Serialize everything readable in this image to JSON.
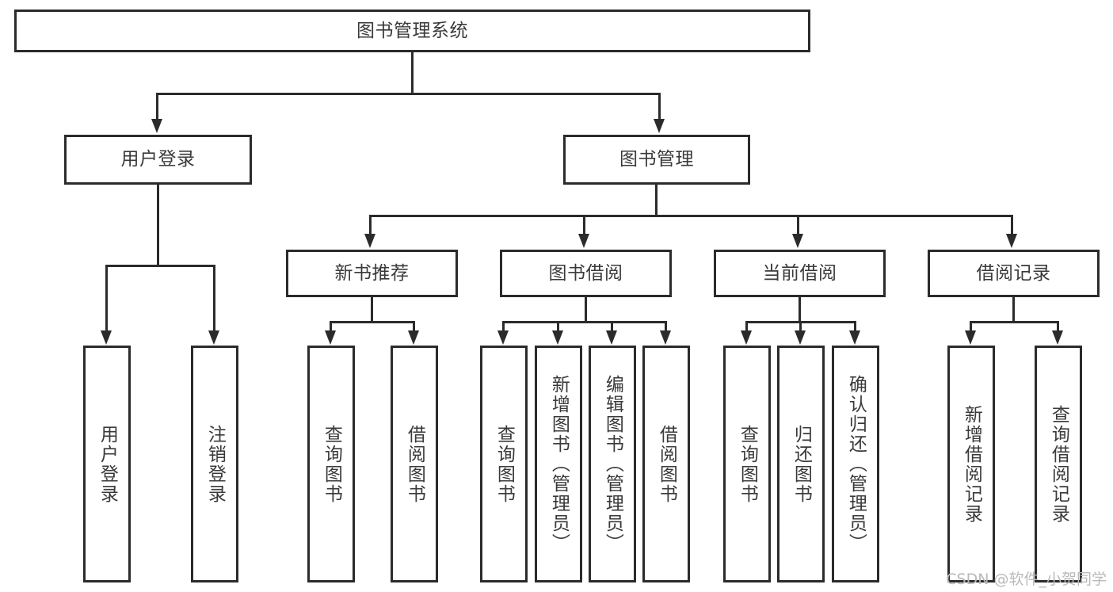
{
  "diagram": {
    "title": "图书管理系统",
    "type": "tree",
    "watermark": "CSDN @软件_小贺同学",
    "nodes": {
      "root": {
        "label": "图书管理系统"
      },
      "level2": [
        {
          "id": "user-login",
          "label": "用户登录"
        },
        {
          "id": "book-management",
          "label": "图书管理"
        }
      ],
      "level3": [
        {
          "id": "new-book-recommend",
          "label": "新书推荐"
        },
        {
          "id": "book-borrow",
          "label": "图书借阅"
        },
        {
          "id": "current-borrow",
          "label": "当前借阅"
        },
        {
          "id": "borrow-record",
          "label": "借阅记录"
        }
      ],
      "leaves": {
        "user-login": [
          {
            "id": "leaf-user-login",
            "label": "用户登录"
          },
          {
            "id": "leaf-logout-login",
            "label": "注销登录"
          }
        ],
        "new-book-recommend": [
          {
            "id": "leaf-query-book-1",
            "label": "查询图书"
          },
          {
            "id": "leaf-borrow-book-1",
            "label": "借阅图书"
          }
        ],
        "book-borrow": [
          {
            "id": "leaf-query-book-2",
            "label": "查询图书"
          },
          {
            "id": "leaf-add-book",
            "label": "新增图书（管理员）"
          },
          {
            "id": "leaf-edit-book",
            "label": "编辑图书（管理员）"
          },
          {
            "id": "leaf-borrow-book-2",
            "label": "借阅图书"
          }
        ],
        "current-borrow": [
          {
            "id": "leaf-query-book-3",
            "label": "查询图书"
          },
          {
            "id": "leaf-return-book",
            "label": "归还图书"
          },
          {
            "id": "leaf-confirm-return",
            "label": "确认归还（管理员）"
          }
        ],
        "borrow-record": [
          {
            "id": "leaf-add-record",
            "label": "新增借阅记录"
          },
          {
            "id": "leaf-query-record",
            "label": "查询借阅记录"
          }
        ]
      }
    },
    "colors": {
      "stroke": "#2b2b2b",
      "text": "#3a3a3a",
      "background": "#ffffff",
      "watermark": "#b9b9b9"
    }
  }
}
